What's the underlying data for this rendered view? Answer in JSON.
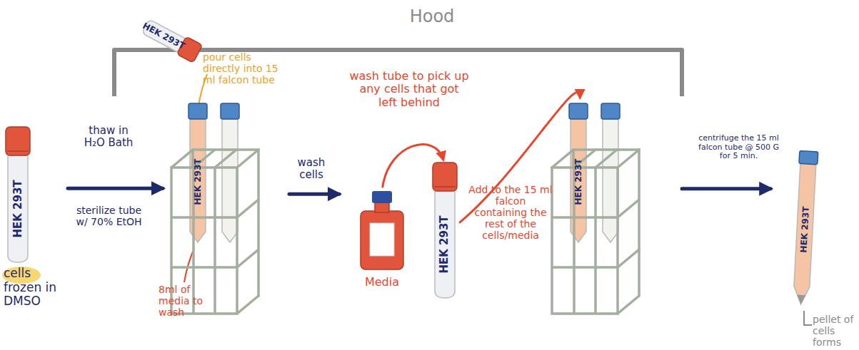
{
  "diagram": {
    "nodes": [
      {
        "text": [
          "HEK 293T"
        ]
      },
      {
        "text": [
          "HEK 293T"
        ]
      },
      {
        "text": [
          "HEK 293T"
        ]
      },
      {
        "text": [
          "Media"
        ]
      },
      {
        "text": [
          "HEK 293T"
        ]
      },
      {
        "text": [
          "HEK 293T"
        ]
      },
      {
        "text": [
          "HEK 293T"
        ]
      }
    ],
    "edges": [
      {
        "from": 0,
        "to": 2,
        "arrow": "to",
        "label": "thaw in H₂O Bath"
      },
      {
        "from": 2,
        "to": 3,
        "arrow": "to",
        "label": "wash cells"
      },
      {
        "from": 3,
        "to": 4,
        "arrow": "to"
      },
      {
        "from": 4,
        "to": 5,
        "arrow": "to",
        "label": "Add to the 15 ml falcon containing the rest of the cells/media"
      },
      {
        "from": 5,
        "to": 6,
        "arrow": "to",
        "label": "centrifuge the 15 ml falcon tube @ 500 G for 5 min."
      }
    ],
    "labels": [
      "Hood",
      "cells frozen in DMSO",
      "sterilize tube w/ 70% EtOH",
      "pour cells directly into 15 ml falcon tube",
      "8ml of media to wash",
      "wash tube to pick up any cells that got left behind",
      "pellet of cells forms"
    ]
  }
}
